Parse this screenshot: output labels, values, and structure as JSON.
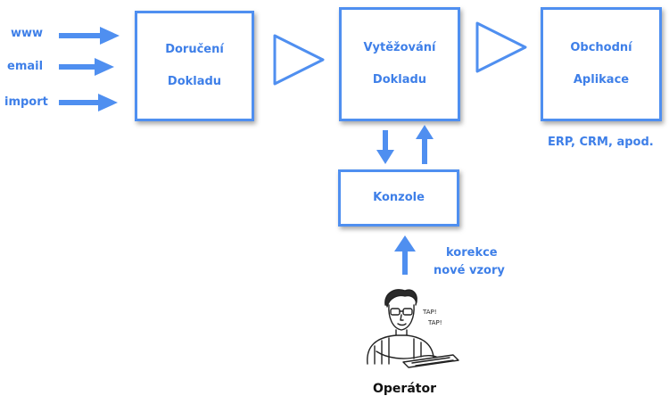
{
  "inputs": {
    "www": "www",
    "email": "email",
    "import": "import"
  },
  "boxes": {
    "doruceni": {
      "line1": "Doručení",
      "line2": "Dokladu"
    },
    "vytezovani": {
      "line1": "Vytěžování",
      "line2": "Dokladu"
    },
    "obchodni": {
      "line1": "Obchodní",
      "line2": "Aplikace"
    },
    "konzole": {
      "label": "Konzole"
    }
  },
  "labels": {
    "apps": "ERP, CRM, apod.",
    "korekce": "korekce",
    "nove_vzory": "nové vzory",
    "operator": "Operátor",
    "tap": "TAP!"
  },
  "colors": {
    "accent": "#4f8ff0",
    "text": "#3e7fe8"
  }
}
